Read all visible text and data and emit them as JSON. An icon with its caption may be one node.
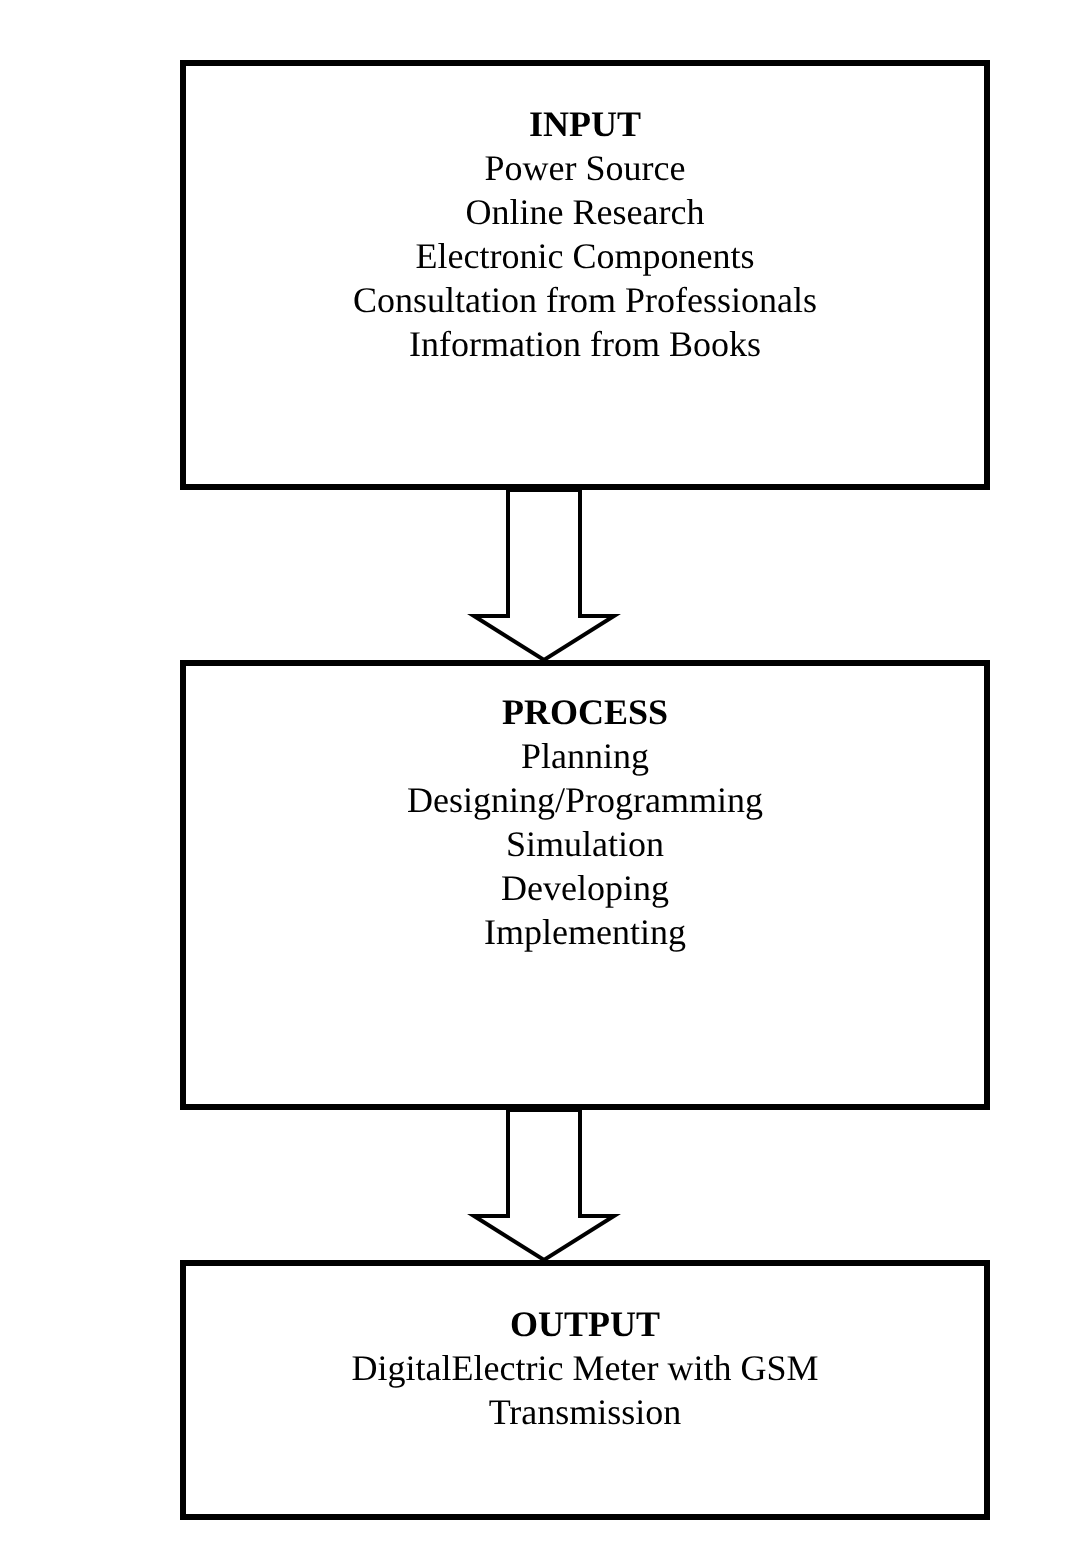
{
  "diagram": {
    "nodes": [
      {
        "text": [
          "INPUT",
          "Power Source",
          "Online Research",
          "Electronic Components",
          "Consultation from Professionals",
          "Information from Books"
        ]
      },
      {
        "text": [
          "PROCESS",
          "Planning",
          "Designing/Programming",
          "Simulation",
          "Developing",
          "Implementing"
        ]
      },
      {
        "text": [
          "OUTPUT",
          "DigitalElectric Meter with GSM Transmission"
        ]
      }
    ],
    "edges": [
      {
        "from": 0,
        "to": 1,
        "arrow": "to"
      },
      {
        "from": 1,
        "to": 2,
        "arrow": "to"
      }
    ]
  }
}
